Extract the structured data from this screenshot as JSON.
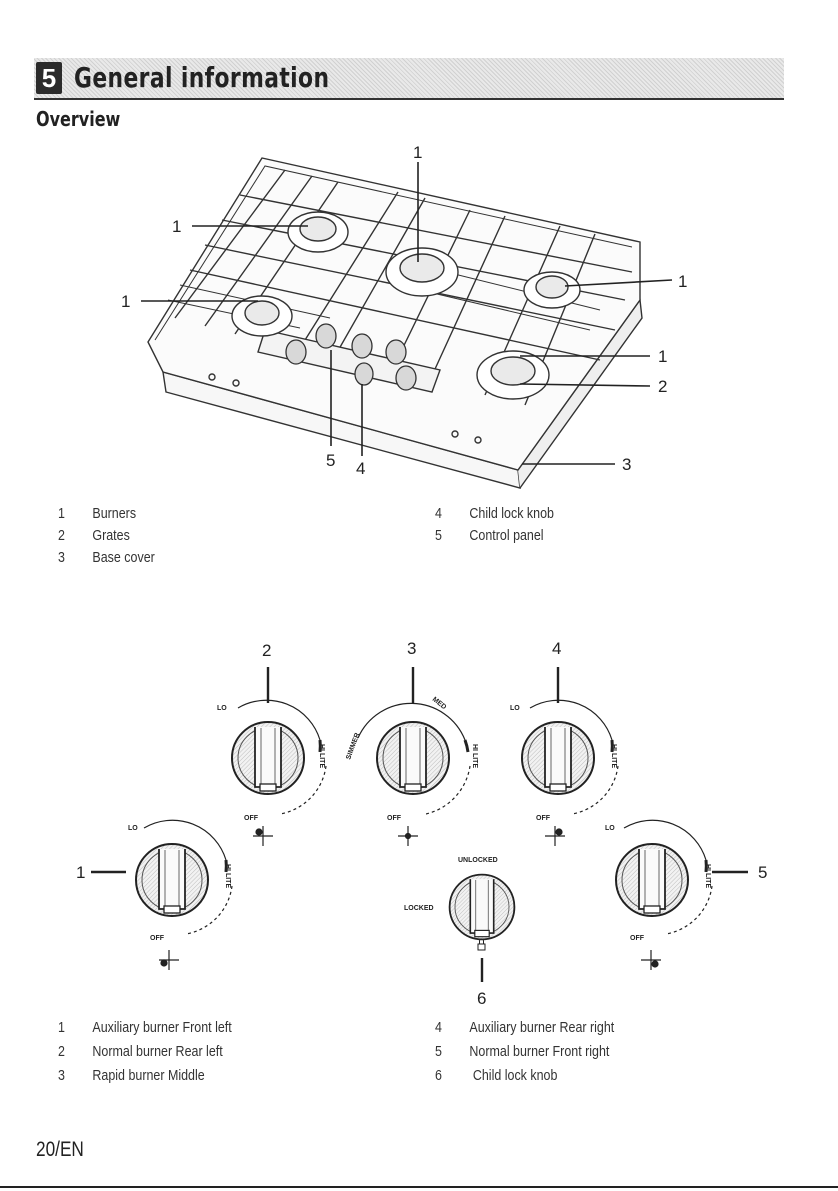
{
  "header": {
    "section_number": "5",
    "section_title": "General information",
    "subtitle": "Overview"
  },
  "figure1": {
    "callouts": [
      "1",
      "1",
      "1",
      "1",
      "1",
      "2",
      "3",
      "4",
      "5"
    ]
  },
  "legend1": [
    {
      "num": "1",
      "label": "Burners"
    },
    {
      "num": "2",
      "label": "Grates"
    },
    {
      "num": "3",
      "label": "Base cover"
    },
    {
      "num": "4",
      "label": "Child lock knob"
    },
    {
      "num": "5",
      "label": "Control panel"
    }
  ],
  "figure2": {
    "callouts": [
      "1",
      "2",
      "3",
      "4",
      "5",
      "6"
    ],
    "labels": {
      "lo": "LO",
      "off": "OFF",
      "hi_lite": "HI LITE",
      "simmer": "SIMMER",
      "med": "MED",
      "unlocked": "UNLOCKED",
      "locked": "LOCKED"
    }
  },
  "legend2": [
    {
      "num": "1",
      "label": "Auxiliary burner Front left"
    },
    {
      "num": "2",
      "label": "Normal burner Rear left"
    },
    {
      "num": "3",
      "label": "Rapid burner Middle"
    },
    {
      "num": "4",
      "label": "Auxiliary burner Rear right"
    },
    {
      "num": "5",
      "label": "Normal burner Front right"
    },
    {
      "num": "6",
      "label": " Child lock knob"
    }
  ],
  "footer": {
    "page": "20/EN"
  },
  "icons": [
    "lock-icon"
  ],
  "colors": {
    "header_bar": "#e9e9e9",
    "section_badge": "#2b2b2b"
  }
}
